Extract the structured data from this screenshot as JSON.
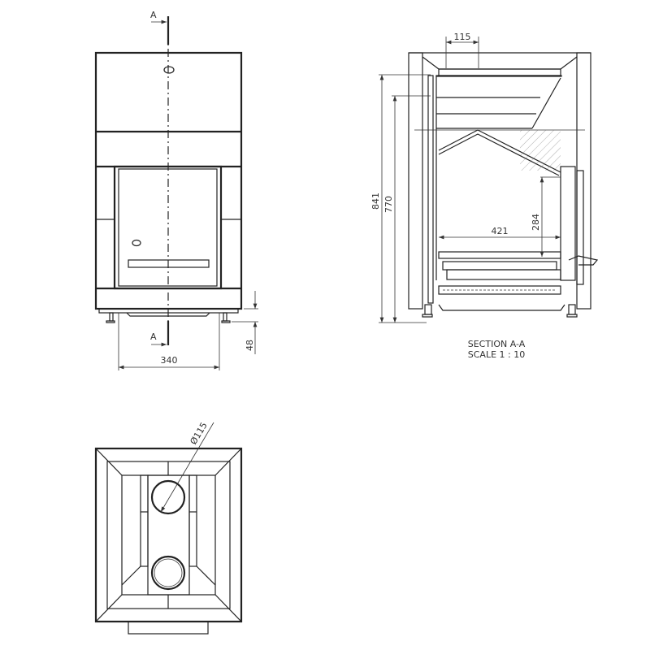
{
  "front_view": {
    "section_marker_top": "A",
    "section_marker_bottom": "A",
    "width_dimension": "340",
    "foot_height_dimension": "48"
  },
  "section_view": {
    "flue_dimension": "115",
    "height_dimension_total": "841",
    "height_dimension_inner": "770",
    "firebox_depth_dimension": "421",
    "firebox_height_dimension": "284",
    "title": "SECTION A-A",
    "scale": "SCALE 1 : 10"
  },
  "top_view": {
    "flue_diameter": "Ø115"
  }
}
